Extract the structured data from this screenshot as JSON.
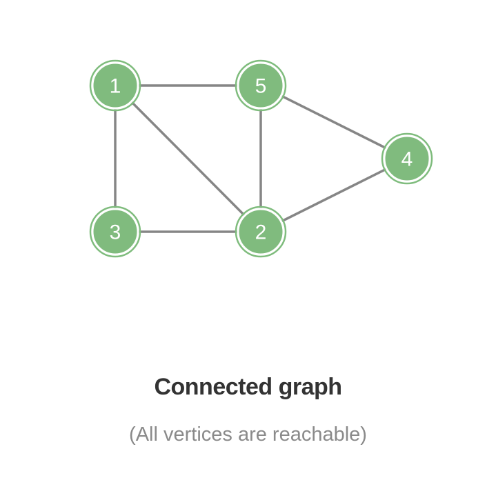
{
  "graph": {
    "title": "Connected graph",
    "subtitle": "(All vertices are reachable)",
    "colors": {
      "node": "#80bb7e",
      "edge": "#868686",
      "label": "#ffffff"
    },
    "nodes": [
      {
        "id": "1",
        "label": "1"
      },
      {
        "id": "5",
        "label": "5"
      },
      {
        "id": "4",
        "label": "4"
      },
      {
        "id": "3",
        "label": "3"
      },
      {
        "id": "2",
        "label": "2"
      }
    ],
    "edges": [
      {
        "from": "1",
        "to": "5"
      },
      {
        "from": "1",
        "to": "3"
      },
      {
        "from": "1",
        "to": "2"
      },
      {
        "from": "5",
        "to": "2"
      },
      {
        "from": "5",
        "to": "4"
      },
      {
        "from": "3",
        "to": "2"
      },
      {
        "from": "2",
        "to": "4"
      }
    ]
  }
}
